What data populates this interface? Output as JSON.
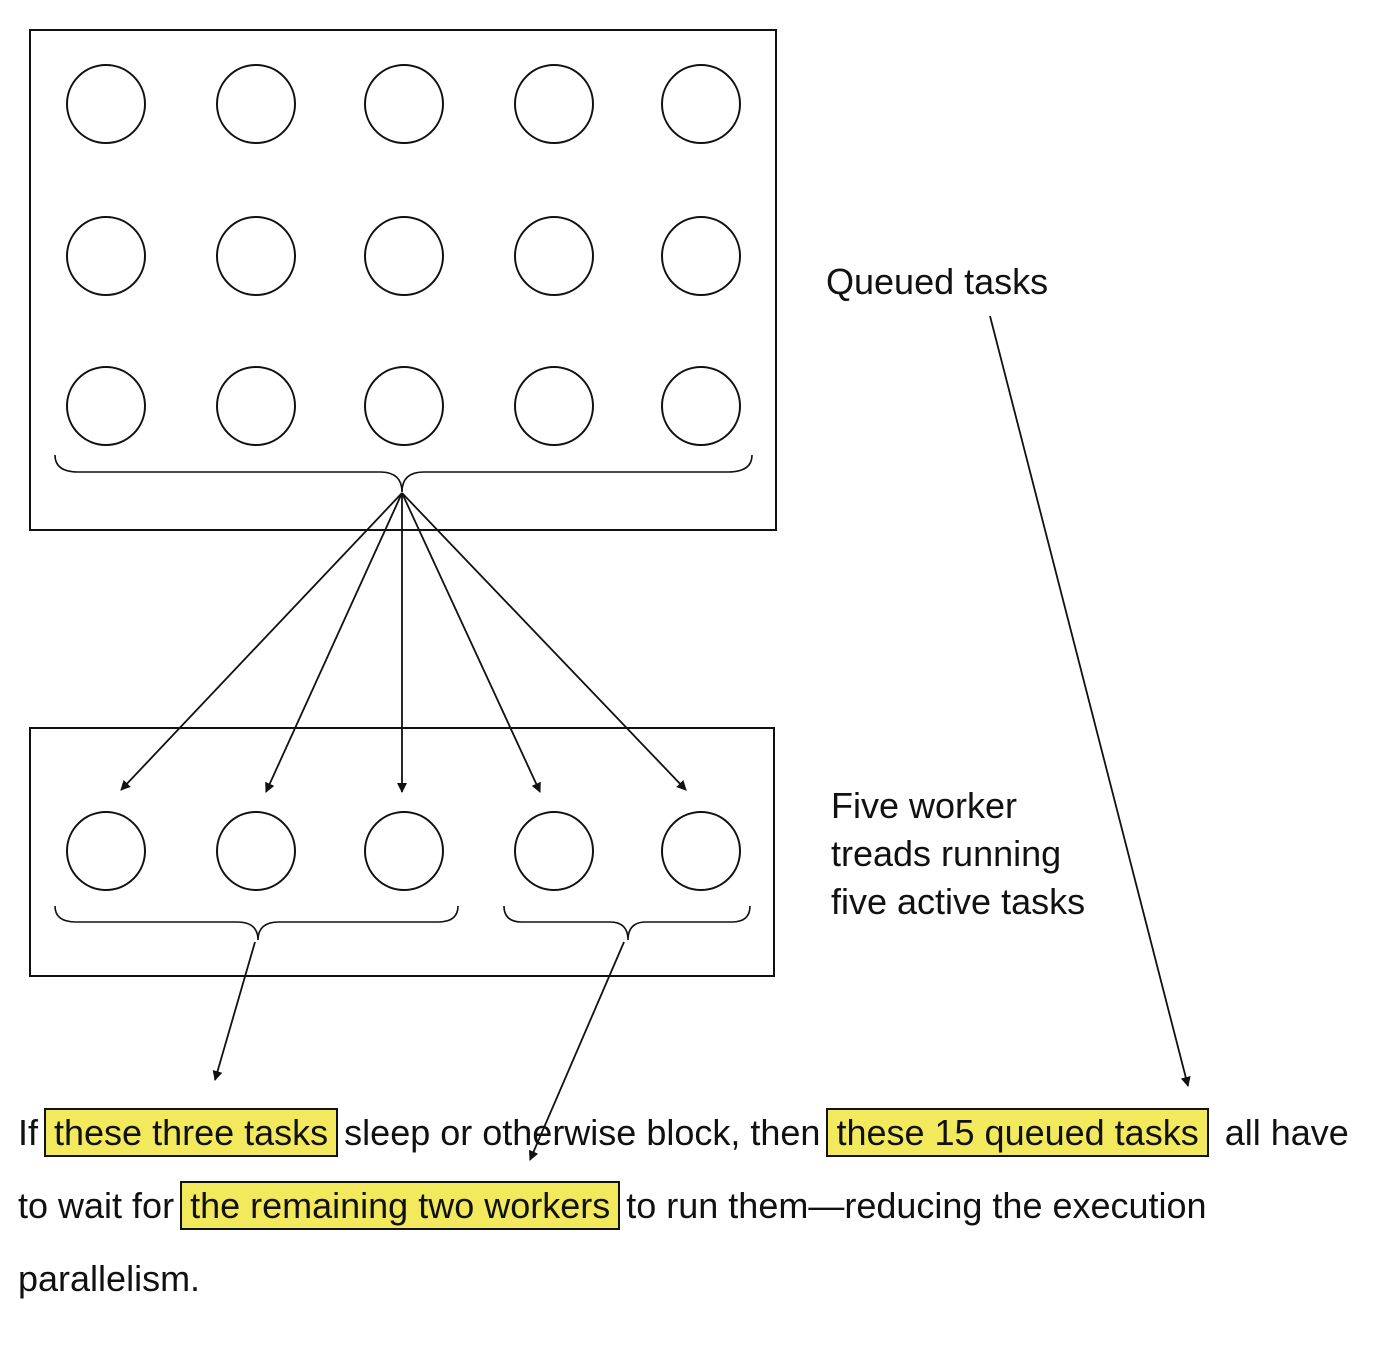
{
  "colors": {
    "highlight": "#f2ea5c",
    "ink": "#111111"
  },
  "labels": {
    "queued": "Queued tasks",
    "workers": [
      "Five worker",
      "treads running",
      "five active tasks"
    ]
  },
  "caption": {
    "p1": "If",
    "h1": "these three tasks",
    "p2": "sleep or otherwise block, then",
    "h2": "these 15 queued tasks",
    "p3": "all have to wait for",
    "h3": "the remaining two workers",
    "p4": "to run them—reducing the execution parallelism."
  }
}
